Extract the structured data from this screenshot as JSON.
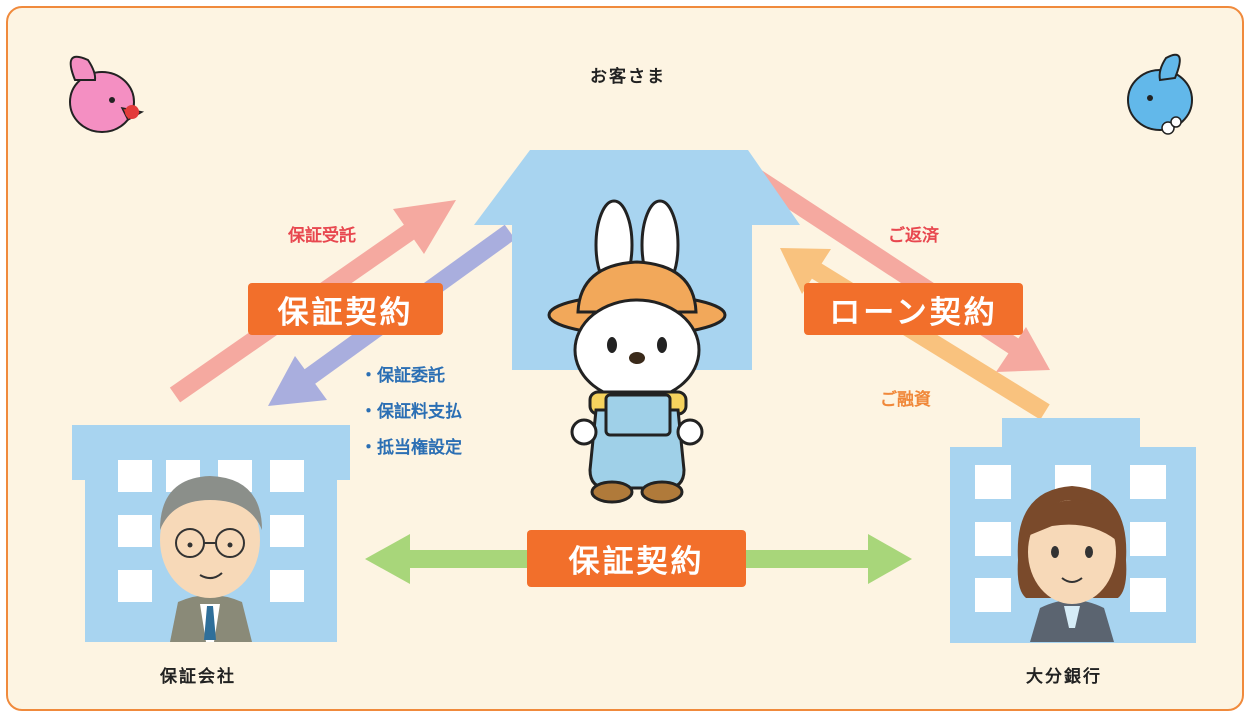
{
  "title": "お客さま",
  "guarantee_company": "保証会社",
  "bank": "大分銀行",
  "left_contract": "保証契約",
  "right_contract": "ローン契約",
  "bottom_contract": "保証契約",
  "label_guarantee_entrust": "保証受託",
  "label_repayment": "ご返済",
  "label_loan": "ご融資",
  "items": [
    "・保証委託",
    "・保証料支払",
    "・抵当権設定"
  ],
  "colors": {
    "background": "#fdf4e2",
    "border": "#f08a3c",
    "box": "#f26f2b",
    "building": "#a8d4f0",
    "arrow_pink": "#f5a9a0",
    "arrow_lavender": "#a9aede",
    "arrow_orange": "#f9c27e",
    "arrow_green": "#a8d67a"
  }
}
